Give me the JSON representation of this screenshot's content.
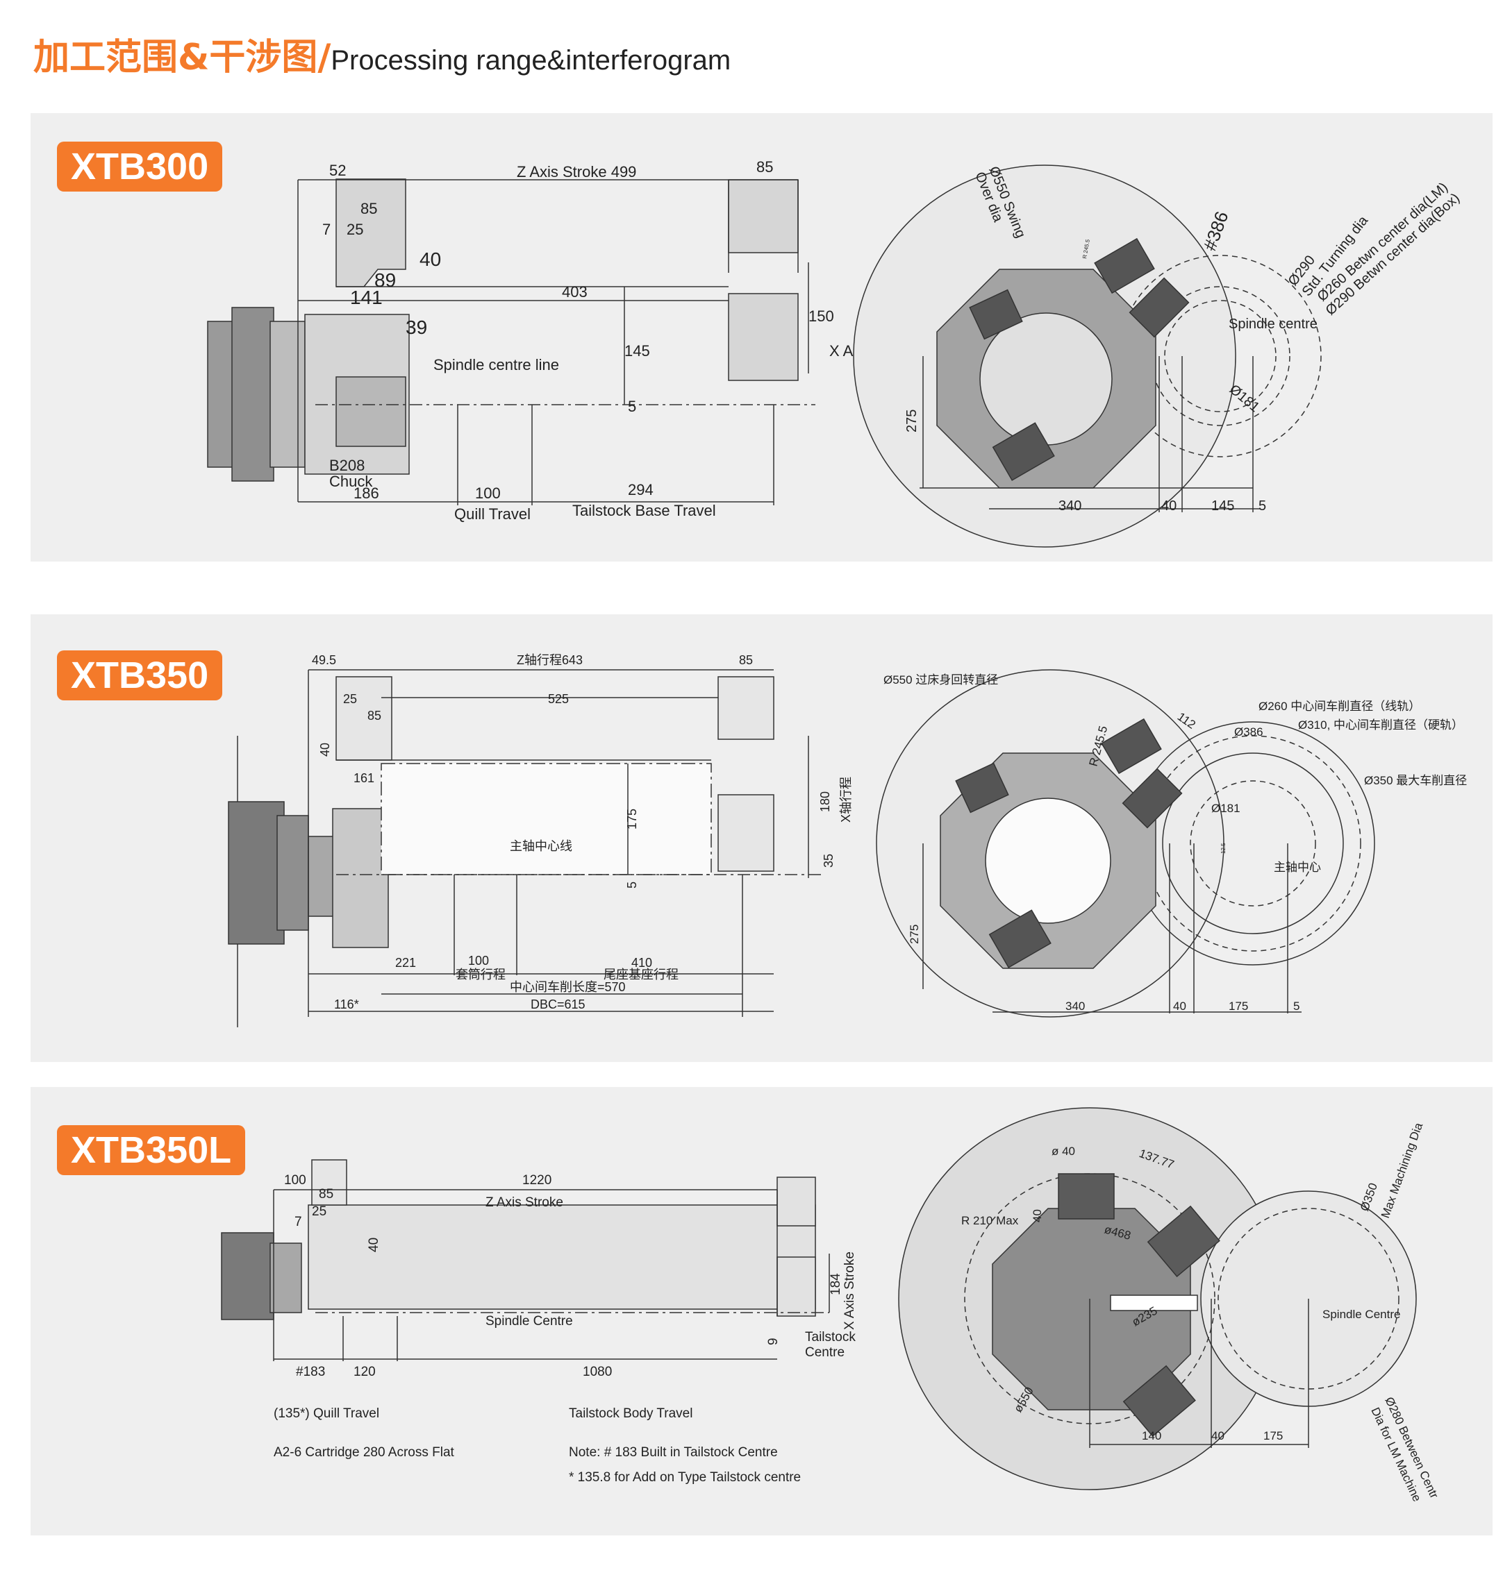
{
  "page": {
    "title_cn": "加工范围&干涉图",
    "title_sep": "/",
    "title_en": "Processing range&interferogram"
  },
  "colors": {
    "accent": "#f47a2a",
    "panel_bg": "#efefef",
    "machine_gray": "#8a8a8a",
    "dark_gray": "#555555"
  },
  "xtb300": {
    "model": "XTB300",
    "left": {
      "d52": "52",
      "z_stroke": "Z Axis Stroke 499",
      "d85_top": "85",
      "d85_tool": "85",
      "d7": "7",
      "d25": "25",
      "d40": "40",
      "d89": "89",
      "d141": "141",
      "d403": "403",
      "d39": "39",
      "d150": "150",
      "x_stroke": "X Axis stroke",
      "d145": "145",
      "spindle_line": "Spindle centre line",
      "d5": "5",
      "chuck1": "B208",
      "chuck2": "Chuck",
      "d186": "186",
      "d100": "100",
      "quill": "Quill Travel",
      "d294": "294",
      "tailstock": "Tailstock Base Travel"
    },
    "right": {
      "swing1": "Ø550 Swing",
      "swing2": "Over dia",
      "d386": "#386",
      "d290": "Ø290",
      "std": "Std. Turning dia",
      "d260lm": "Ø260 Betwn center dia(LM)",
      "d290box": "Ø290 Betwn center dia(Box)",
      "spindle_centre": "Spindle centre",
      "d181": "Ø181",
      "r245": "R 245.5",
      "d275": "275",
      "d340": "340",
      "d40": "40",
      "d145": "145",
      "d5": "5"
    }
  },
  "xtb350": {
    "model": "XTB350",
    "left": {
      "d495": "49.5",
      "z_stroke": "Z轴行程643",
      "d85_top": "85",
      "d25": "25",
      "d85": "85",
      "d525": "525",
      "d40": "40",
      "d161": "161",
      "d175": "175",
      "d180": "180",
      "x_stroke": "X轴行程",
      "spindle_line": "主轴中心线",
      "d5": "5",
      "d35": "35",
      "d221": "221",
      "d100": "100",
      "quill": "套筒行程",
      "d410": "410",
      "tailstock": "尾座基座行程",
      "between": "中心间车削长度=570",
      "d116": "116*",
      "dbc": "DBC=615"
    },
    "right": {
      "d550": "Ø550 过床身回转直径",
      "d112": "112",
      "r245": "R 245.5",
      "d260": "Ø260  中心间车削直径（线轨）",
      "d310": "Ø310, 中心间车削直径（硬轨）",
      "d386": "Ø386",
      "d350": "Ø350 最大车削直径",
      "d181": "Ø181",
      "d125": "12.5",
      "spindle_centre": "主轴中心",
      "d275": "275",
      "d340": "340",
      "d40": "40",
      "d175": "175",
      "d5": "5"
    }
  },
  "xtb350l": {
    "model": "XTB350L",
    "left": {
      "d100": "100",
      "d1220": "1220",
      "d85": "85",
      "z_stroke": "Z Axis Stroke",
      "d7": "7",
      "d25": "25",
      "d40": "40",
      "d184": "184",
      "x_stroke": "X Axis Stroke",
      "spindle": "Spindle Centre",
      "d9": "9",
      "tail1": "Tailstock",
      "tail2": "Centre",
      "d183": "#183",
      "d120": "120",
      "d1080": "1080",
      "quill": "(135*) Quill Travel",
      "tail_body": "Tailstock Body Travel",
      "cartridge": "A2-6 Cartridge 280 Across Flat",
      "note1": "Note: # 183 Built in Tailstock Centre",
      "note2": "* 135.8 for Add on Type Tailstock centre"
    },
    "right": {
      "d40top": "ø 40",
      "d137": "137.77",
      "r210": "R 210 Max",
      "d40": "40",
      "d468": "ø468",
      "d350": "Ø350",
      "max_dia": "Max Machining Dia",
      "d235": "ø235",
      "spindle": "Spindle Centre",
      "d550": "ø550",
      "d140": "140",
      "d40b": "40",
      "d175": "175",
      "d280": "Ø280 Between Centr",
      "dia_lm": "Dia for LM Machine"
    }
  }
}
